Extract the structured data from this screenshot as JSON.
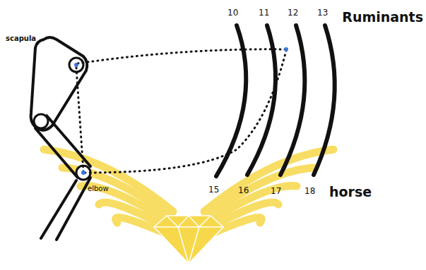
{
  "diagram": {
    "labels": [
      "scapula",
      "elbow",
      "10",
      "11",
      "12",
      "13",
      "Ruminants",
      "15",
      "16",
      "17",
      "18",
      "horse"
    ]
  }
}
